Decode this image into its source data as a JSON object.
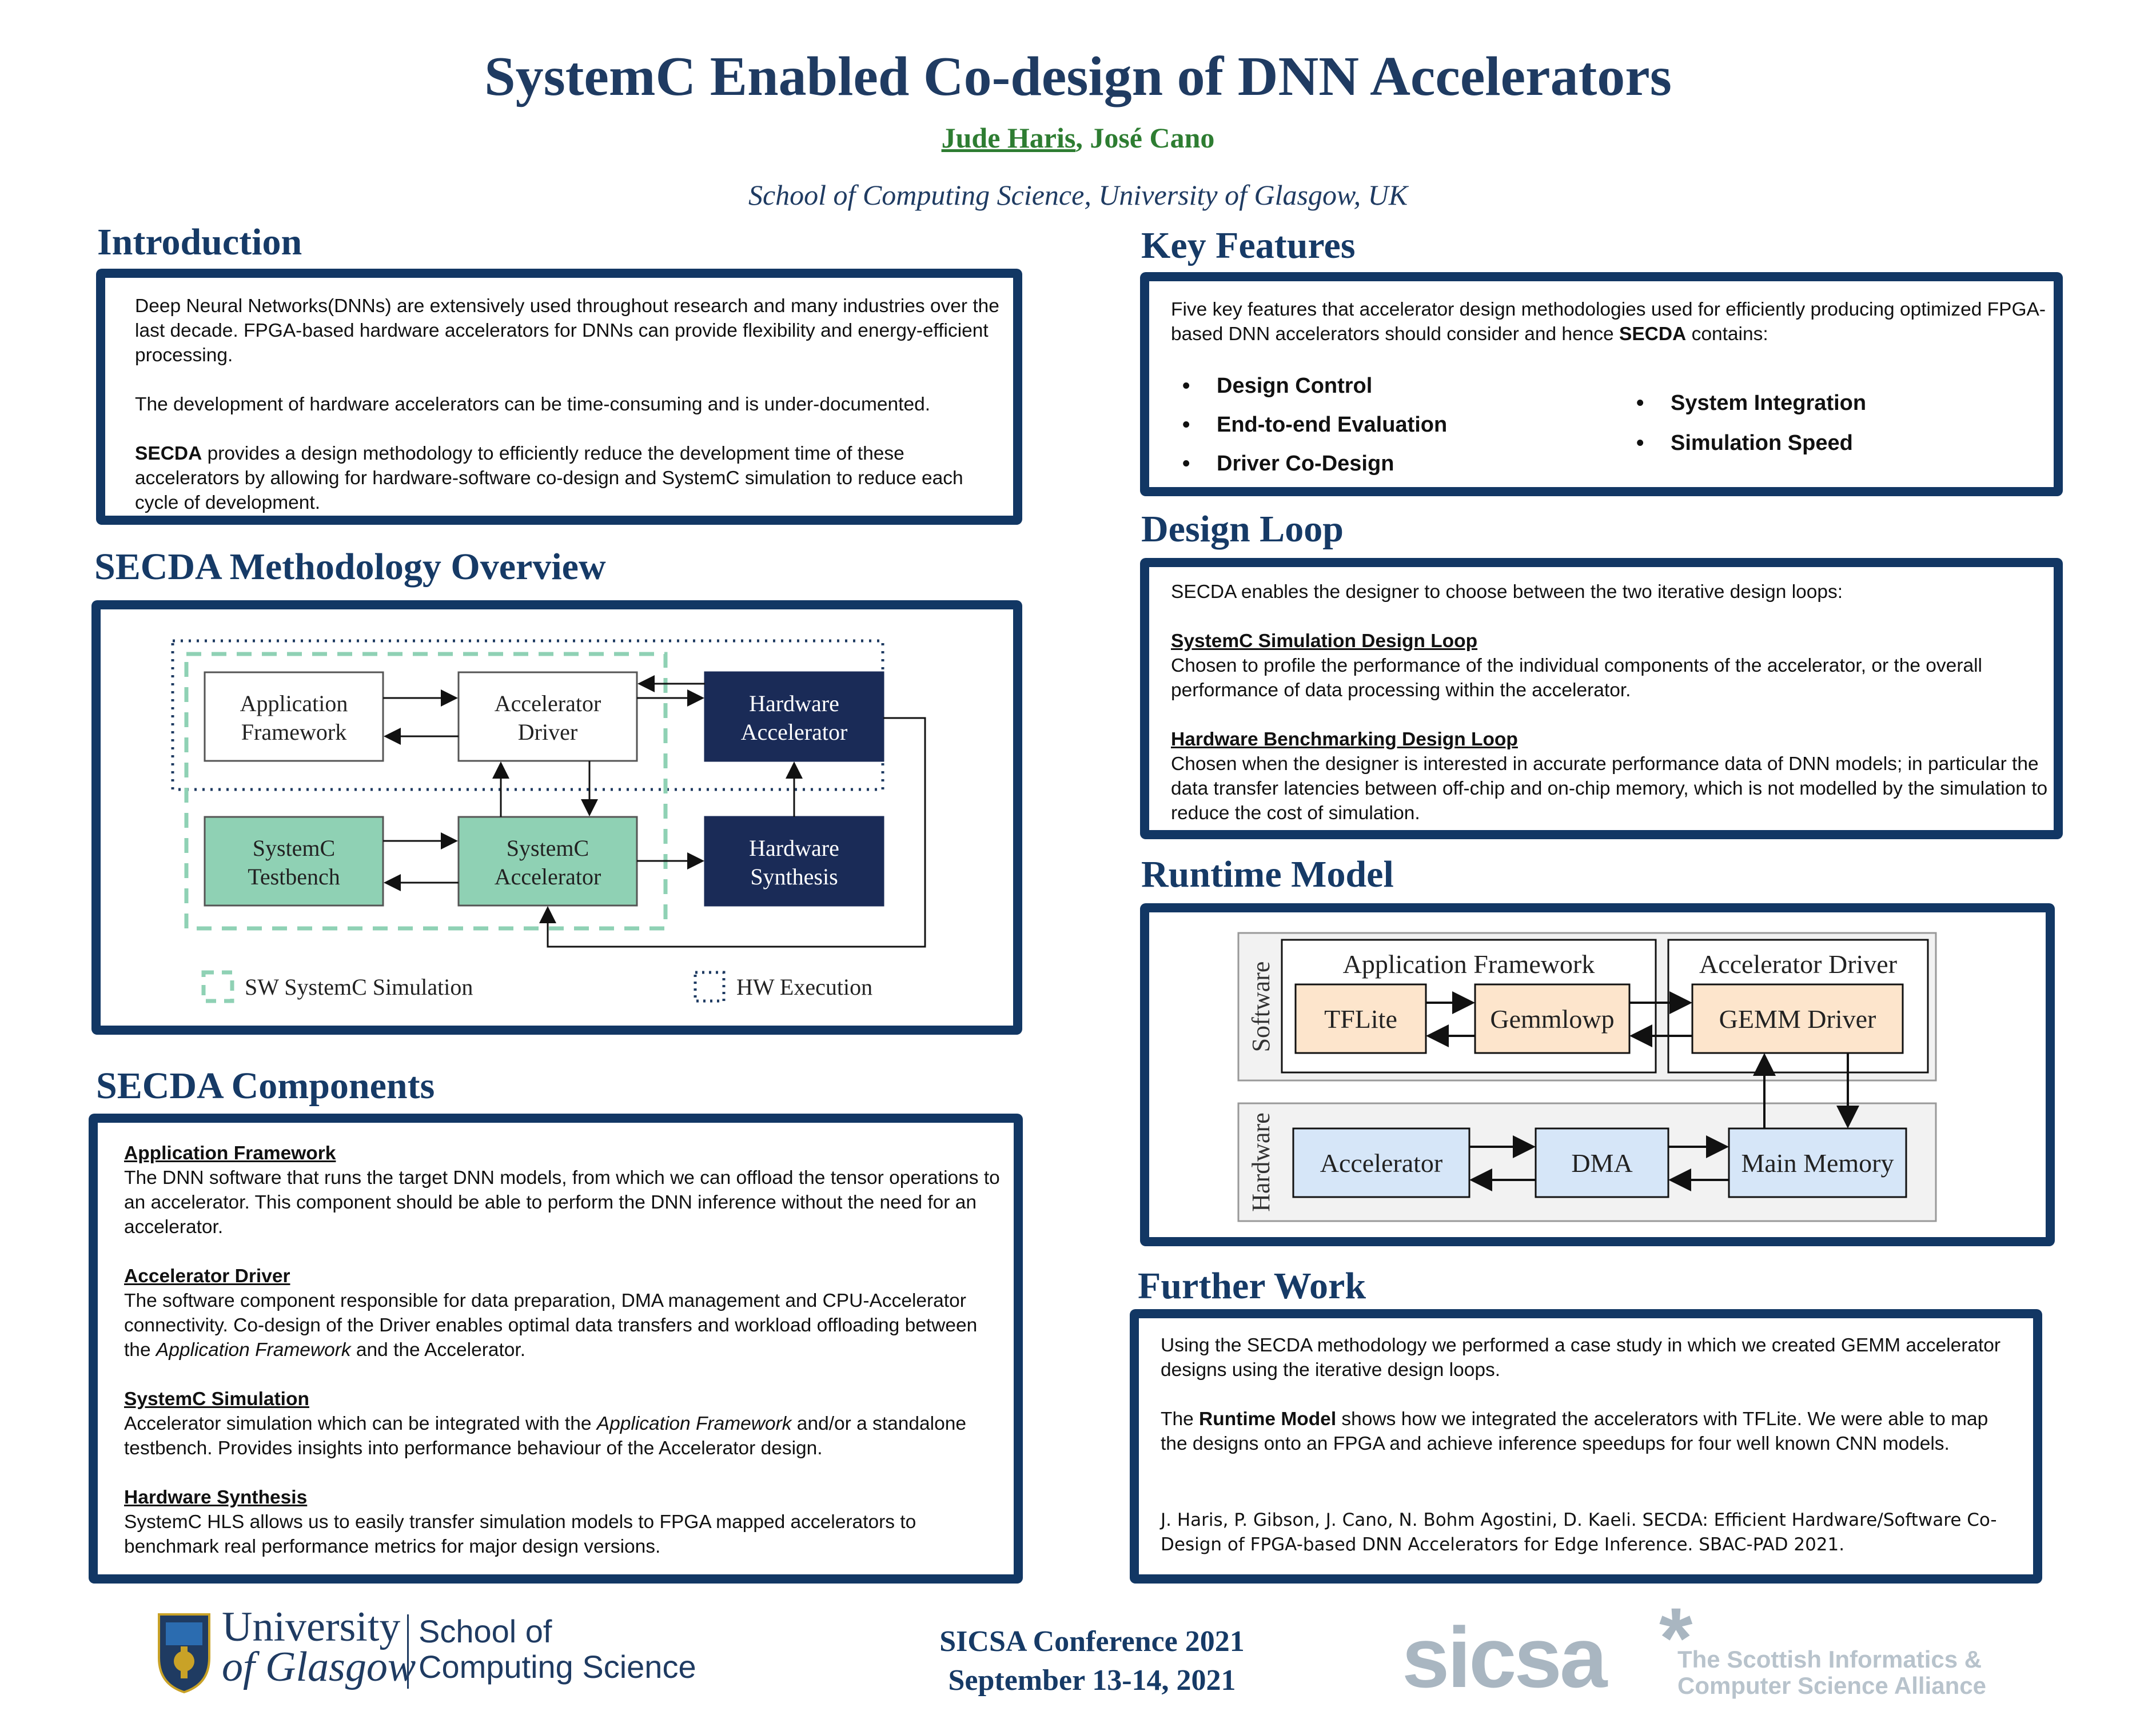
{
  "header": {
    "title": "SystemC Enabled Co-design of DNN Accelerators",
    "author1": "Jude Haris",
    "author_sep": ",",
    "author2": "José Cano",
    "affiliation": "School of Computing Science, University of Glasgow, UK"
  },
  "introduction": {
    "heading": "Introduction",
    "p1": "Deep Neural Networks(DNNs) are extensively used throughout research and many industries over the last decade. FPGA-based hardware accelerators for DNNs can provide flexibility and energy-efficient processing.",
    "p2": "The development of hardware accelerators can be time-consuming and is under-documented.",
    "p3_bold": "SECDA",
    "p3": " provides a design methodology to efficiently reduce the development time of these accelerators by allowing for hardware-software co-design and SystemC simulation to reduce each cycle of development."
  },
  "methodology": {
    "heading": "SECDA Methodology Overview",
    "boxes": {
      "app_l1": "Application",
      "app_l2": "Framework",
      "drv_l1": "Accelerator",
      "drv_l2": "Driver",
      "hwacc_l1": "Hardware",
      "hwacc_l2": "Accelerator",
      "tb_l1": "SystemC",
      "tb_l2": "Testbench",
      "scacc_l1": "SystemC",
      "scacc_l2": "Accelerator",
      "syn_l1": "Hardware",
      "syn_l2": "Synthesis"
    },
    "legend_sw": "SW SystemC Simulation",
    "legend_hw": "HW Execution"
  },
  "components": {
    "heading": "SECDA Components",
    "c1_title": "Application Framework",
    "c1_text": "The DNN software that runs the target DNN models, from which we can offload the tensor operations to an accelerator. This component should be able to perform the DNN inference without the need for an accelerator.",
    "c2_title": "Accelerator Driver",
    "c2_text_a": "The software component responsible for data preparation, DMA management and CPU-Accelerator connectivity. Co-design of the Driver enables optimal data transfers and workload offloading between the ",
    "c2_text_italic": "Application Framework",
    "c2_text_b": " and the Accelerator.",
    "c3_title": "SystemC Simulation",
    "c3_text_a": "Accelerator simulation which can be integrated with the ",
    "c3_text_italic": "Application Framework",
    "c3_text_b": " and/or a standalone testbench. Provides insights into performance behaviour of the Accelerator design.",
    "c4_title": "Hardware Synthesis",
    "c4_text": "SystemC HLS allows us to easily transfer simulation models to FPGA mapped accelerators to benchmark real performance metrics for major design versions."
  },
  "key_features": {
    "heading": "Key Features",
    "intro_a": "Five key features that accelerator design methodologies used for efficiently producing optimized FPGA-based DNN accelerators should consider and hence ",
    "intro_bold": "SECDA",
    "intro_b": " contains:",
    "bullet": "•",
    "left": [
      "Design Control",
      "End-to-end Evaluation",
      "Driver Co-Design"
    ],
    "right": [
      "System Integration",
      "Simulation Speed"
    ]
  },
  "design_loop": {
    "heading": "Design Loop",
    "intro": "SECDA enables the designer to choose between the two iterative design loops:",
    "l1_title": "SystemC Simulation Design Loop",
    "l1_text": "Chosen to profile the performance of the individual components of the accelerator, or the overall performance of data processing within the accelerator.",
    "l2_title": "Hardware Benchmarking Design Loop",
    "l2_text": "Chosen when the designer is interested in accurate performance data of DNN models; in particular the data transfer latencies between off-chip and on-chip memory, which is not modelled by the simulation to reduce the cost of simulation."
  },
  "runtime": {
    "heading": "Runtime Model",
    "software": "Software",
    "hardware": "Hardware",
    "app_fw": "Application Framework",
    "acc_drv": "Accelerator Driver",
    "tflite": "TFLite",
    "gemmlowp": "Gemmlowp",
    "gemm_driver": "GEMM Driver",
    "accelerator": "Accelerator",
    "dma": "DMA",
    "main_memory": "Main Memory"
  },
  "further_work": {
    "heading": "Further Work",
    "p1": "Using the SECDA methodology we performed a case study in which we created GEMM accelerator designs using the iterative design loops.",
    "p2_a": "The ",
    "p2_bold": "Runtime Model",
    "p2_b": " shows how we integrated the accelerators with TFLite. We were able to map the designs onto an FPGA and achieve inference speedups for four well known CNN models.",
    "ref": "J. Haris, P. Gibson, J. Cano, N. Bohm Agostini, D. Kaeli. SECDA: Efficient Hardware/Software Co-Design of FPGA-based DNN Accelerators for Edge Inference. SBAC-PAD 2021."
  },
  "footer": {
    "uog_line1": "University",
    "uog_line2": "of Glasgow",
    "school_line1": "School of",
    "school_line2": "Computing Science",
    "conference": "SICSA Conference 2021",
    "dates": "September 13-14, 2021",
    "sicsa_logo": "sicsa",
    "sicsa_star": "*",
    "sicsa_l1": "The Scottish Informatics &",
    "sicsa_l2": "Computer Science Alliance"
  },
  "colors": {
    "navy": "#123764",
    "title_blue": "#1f3b62",
    "author_green": "#2e7d32",
    "teal_box": "#8fd1b4",
    "dark_box": "#1a2b57",
    "peach_box": "#fde5cc",
    "blue_box": "#d6e6f8",
    "sicsa_grey": "#a9b6c1"
  }
}
